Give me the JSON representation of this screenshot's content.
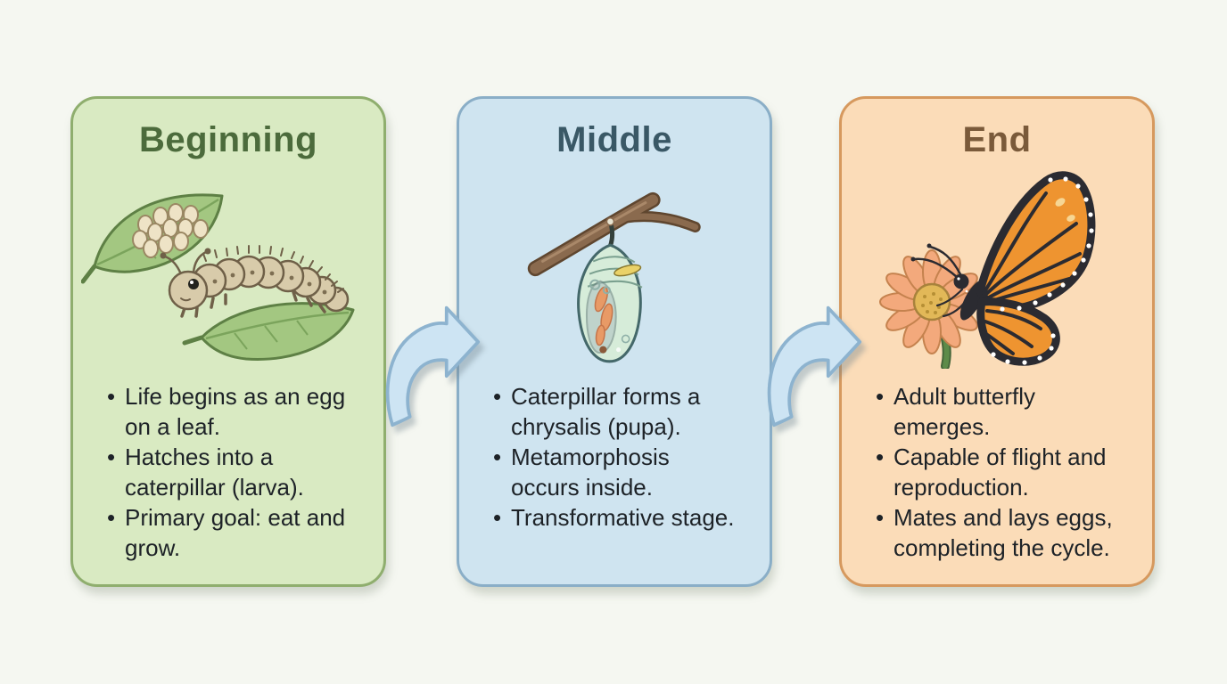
{
  "page": {
    "background": "#f5f7f1"
  },
  "diagram": {
    "panels": [
      {
        "title": "Beginning",
        "title_color": "#4c6b3c",
        "card_bg": "#d9eac2",
        "card_border": "#8fae6e",
        "illustration": "eggs-on-leaf-and-caterpillar",
        "bullets": [
          "Life begins as an egg\non a leaf.",
          "Hatches into a\ncaterpillar (larva).",
          "Primary goal: eat and\ngrow."
        ]
      },
      {
        "title": "Middle",
        "title_color": "#3a5866",
        "card_bg": "#cfe4f0",
        "card_border": "#8aaec7",
        "illustration": "chrysalis-hanging-from-branch",
        "bullets": [
          "Caterpillar forms a\nchrysalis (pupa).",
          "Metamorphosis\noccurs inside.",
          "Transformative stage."
        ]
      },
      {
        "title": "End",
        "title_color": "#7a5a3a",
        "card_bg": "#fbdcb8",
        "card_border": "#d6995e",
        "illustration": "monarch-butterfly-on-flower",
        "bullets": [
          "Adult butterfly\nemerges.",
          "Capable of flight and\nreproduction.",
          "Mates and lays eggs,\ncompleting the cycle."
        ]
      }
    ],
    "arrows": [
      {
        "from": "Beginning",
        "to": "Middle",
        "fill": "#cde4f3",
        "stroke": "#8db3cf"
      },
      {
        "from": "Middle",
        "to": "End",
        "fill": "#cde4f3",
        "stroke": "#8db3cf"
      }
    ]
  }
}
